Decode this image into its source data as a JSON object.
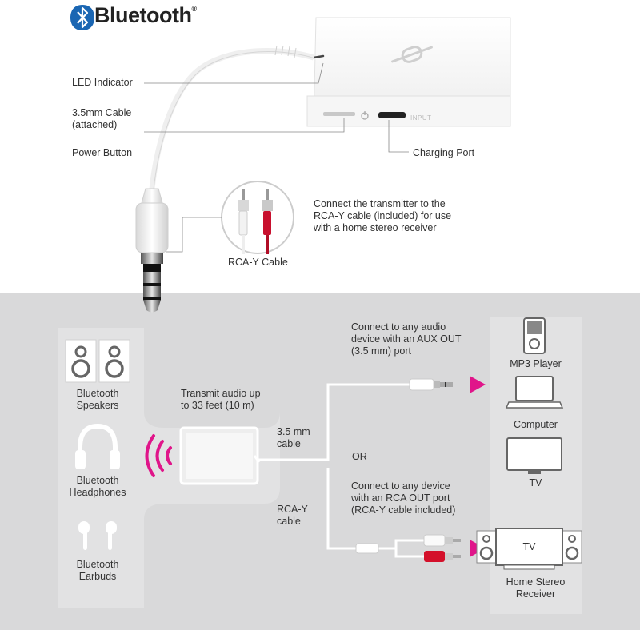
{
  "brand": {
    "logo_text": "Bluetooth",
    "trademark": "®",
    "icon": "bluetooth-icon",
    "color": "#1a66b3"
  },
  "device_callouts": {
    "led": "LED Indicator",
    "cable_line1": "3.5mm Cable",
    "cable_line2": "(attached)",
    "power": "Power Button",
    "charging": "Charging Port",
    "input_port_label": "INPUT",
    "rca_cable": "RCA-Y Cable",
    "rca_note_line1": "Connect the transmitter to the",
    "rca_note_line2": "RCA-Y cable (included) for use",
    "rca_note_line3": "with a home stereo receiver"
  },
  "receivers": {
    "speakers_line1": "Bluetooth",
    "speakers_line2": "Speakers",
    "headphones_line1": "Bluetooth",
    "headphones_line2": "Headphones",
    "earbuds_line1": "Bluetooth",
    "earbuds_line2": "Earbuds"
  },
  "diagram": {
    "transmit_line1": "Transmit audio up",
    "transmit_line2": "to 33 feet (10 m)",
    "cable35_line1": "3.5 mm",
    "cable35_line2": "cable",
    "or": "OR",
    "rcay_line1": "RCA-Y",
    "rcay_line2": "cable",
    "aux_line1": "Connect to any audio",
    "aux_line2": "device with an AUX OUT",
    "aux_line3": "(3.5 mm) port",
    "rca_line1": "Connect to any device",
    "rca_line2": "with an RCA OUT port",
    "rca_line3": "(RCA-Y cable included)"
  },
  "sources": {
    "mp3": "MP3 Player",
    "computer": "Computer",
    "tv": "TV",
    "stereo_tv": "TV",
    "stereo_line1": "Home Stereo",
    "stereo_line2": "Receiver"
  },
  "colors": {
    "accent_magenta": "#e0158a",
    "rca_red": "#c8102e",
    "bottom_bg": "#d9d9da"
  }
}
